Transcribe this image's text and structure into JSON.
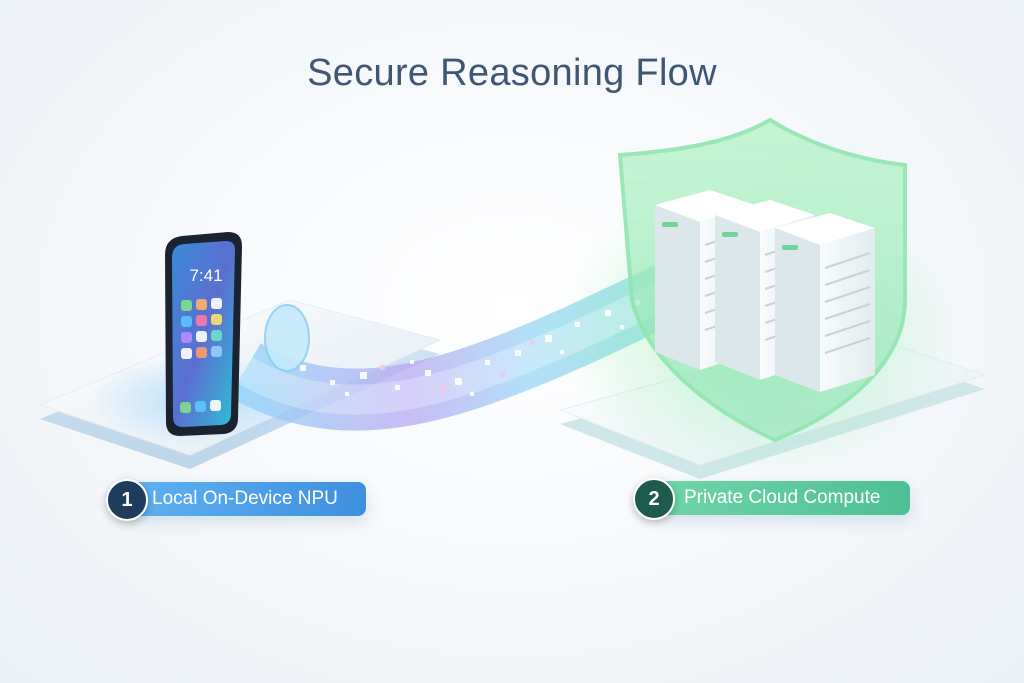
{
  "title": "Secure Reasoning Flow",
  "phone": {
    "time": "7:41"
  },
  "steps": [
    {
      "number": "1",
      "label": "Local On-Device  NPU",
      "color": "#4a9de8"
    },
    {
      "number": "2",
      "label": "Private Cloud Compute",
      "color": "#5cc9a0"
    }
  ],
  "icons": {
    "device": "smartphone-icon",
    "tunnel": "data-stream-icon",
    "security": "shield-icon",
    "cloud": "server-rack-icon"
  }
}
